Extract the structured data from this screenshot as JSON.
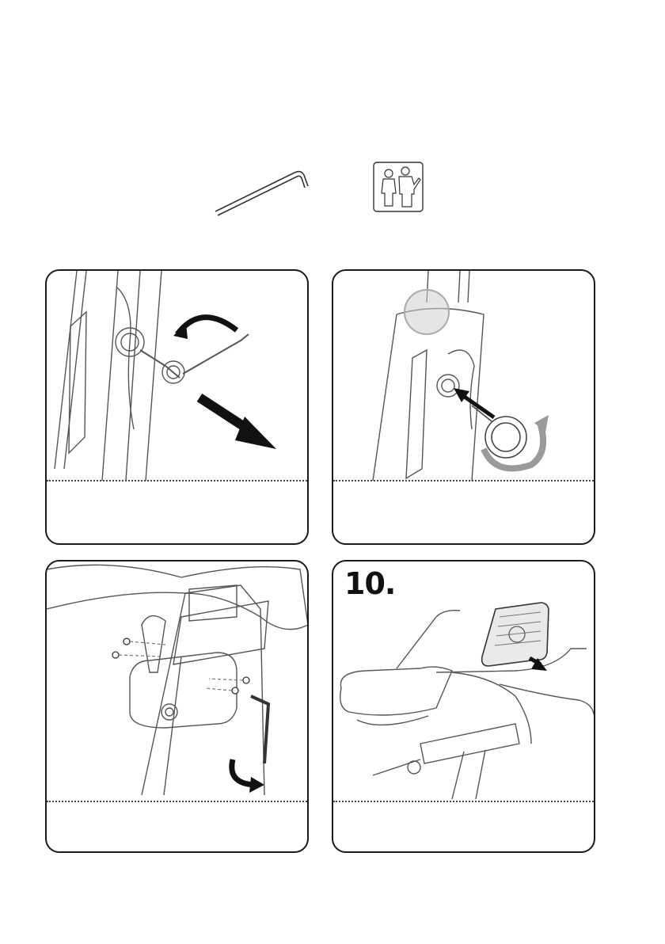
{
  "icons": {
    "tool": "allen-key-icon",
    "assist": "two-person-assembly-icon"
  },
  "steps": [
    {
      "number": "",
      "icon": "knob-removal-illustration"
    },
    {
      "number": "",
      "icon": "knob-insertion-illustration"
    },
    {
      "number": "",
      "icon": "seat-rail-bolts-illustration"
    },
    {
      "number": "10.",
      "icon": "console-mount-illustration"
    }
  ]
}
